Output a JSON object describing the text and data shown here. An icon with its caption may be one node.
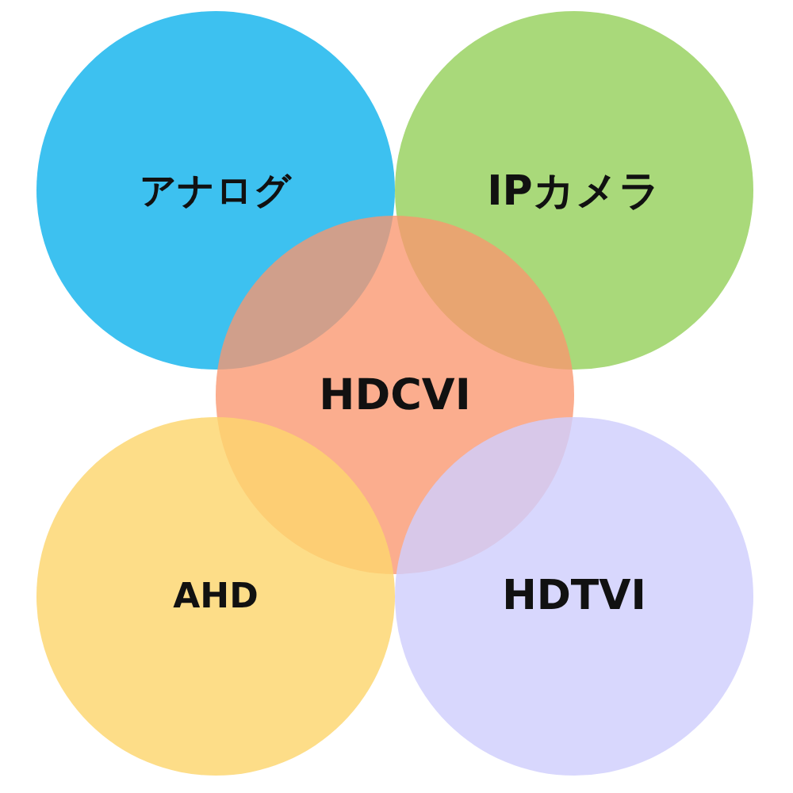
{
  "diagram": {
    "nodes": [
      {
        "text": [
          "アナログ"
        ]
      },
      {
        "text": [
          "IPカメラ"
        ]
      },
      {
        "text": [
          "HDCVI"
        ]
      },
      {
        "text": [
          "AHD"
        ]
      },
      {
        "text": [
          "HDTVI"
        ]
      }
    ]
  }
}
